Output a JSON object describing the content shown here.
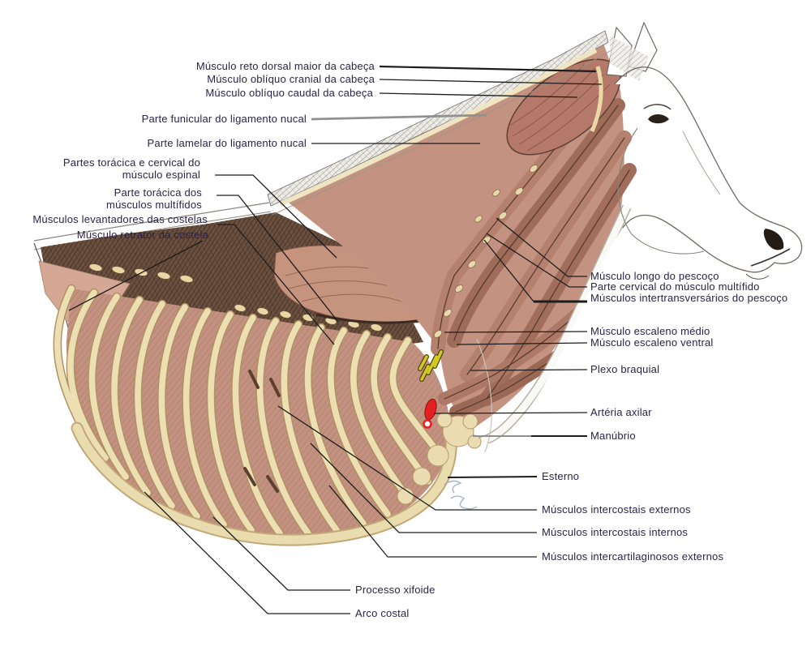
{
  "figure": {
    "kind": "equine-anatomy-plate",
    "labels": [
      {
        "text": "Músculo reto dorsal maior da cabeça"
      },
      {
        "text": "Músculo oblíquo cranial da cabeça"
      },
      {
        "text": "Músculo oblíquo caudal da cabeça"
      },
      {
        "text": "Parte funicular do ligamento nucal"
      },
      {
        "text": "Parte lamelar do ligamento nucal"
      },
      {
        "text": "Partes torácica e cervical do\nmúsculo espinal"
      },
      {
        "text": "Parte torácica dos\nmúsculos multífidos"
      },
      {
        "text": "Músculos levantadores das costelas"
      },
      {
        "text": "Músculo retrator da costela"
      },
      {
        "text": "Músculo longo do pescoço"
      },
      {
        "text": "Parte cervical do músculo multífido"
      },
      {
        "text": "Músculos intertransversários do pescoço"
      },
      {
        "text": "Músculo escaleno médio"
      },
      {
        "text": "Músculo escaleno ventral"
      },
      {
        "text": "Plexo braquial"
      },
      {
        "text": "Artéria axilar"
      },
      {
        "text": "Manúbrio"
      },
      {
        "text": "Esterno"
      },
      {
        "text": "Músculos intercostais externos"
      },
      {
        "text": "Músculos intercostais internos"
      },
      {
        "text": "Músculos intercartilaginosos externos"
      },
      {
        "text": "Processo xifoide"
      },
      {
        "text": "Arco costal"
      }
    ],
    "colors": {
      "label_text": "#2b2348",
      "leader_line": "#1d1d1d",
      "leader_line_gray": "#909090",
      "muscle_base": "#c49280",
      "muscle_band_dark": "#9a6a58",
      "deep_muscle_band": "#6b5040",
      "rib_cream": "#ecdfb4",
      "cartilage_cream": "#e9dcae",
      "plexus_yellow": "#d4ca20",
      "artery_red": "#e62020",
      "signature_blue": "#9fb0c6"
    }
  }
}
